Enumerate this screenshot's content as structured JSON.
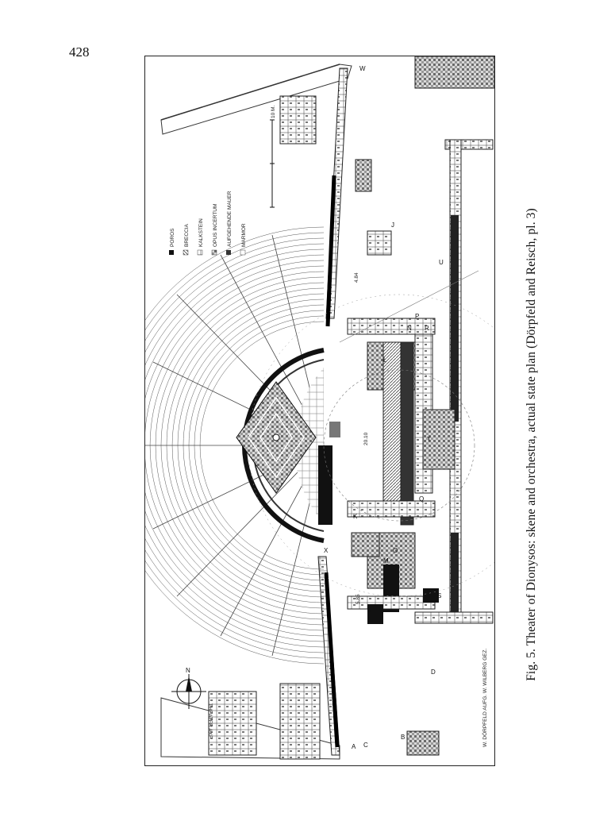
{
  "page": {
    "number": "428"
  },
  "figure": {
    "caption": "Fig. 5. Theater of Dionysos: skene and orchestra, actual state plan (Dörpfeld and Reisch, pl. 3)",
    "legend": {
      "items": [
        "POROS",
        "BRECCIA",
        "KALKSTEIN",
        "OPUS INCERTUM",
        "AUFGEHENDE MAUER",
        "MARMOR"
      ]
    },
    "scale_label": "10 M.",
    "credits": "W. DÖRPFELD AUFG.   W. WILBERG GEZ.",
    "compass_label": "THEATER AXE",
    "compass_letter": "N",
    "letters": [
      "W",
      "U",
      "J",
      "N",
      "R",
      "P",
      "T",
      "Q",
      "O",
      "M",
      "K",
      "E",
      "S",
      "D",
      "B",
      "C",
      "A",
      "L",
      "X"
    ],
    "measures": [
      "20.10",
      "4.84",
      "5.85"
    ]
  }
}
